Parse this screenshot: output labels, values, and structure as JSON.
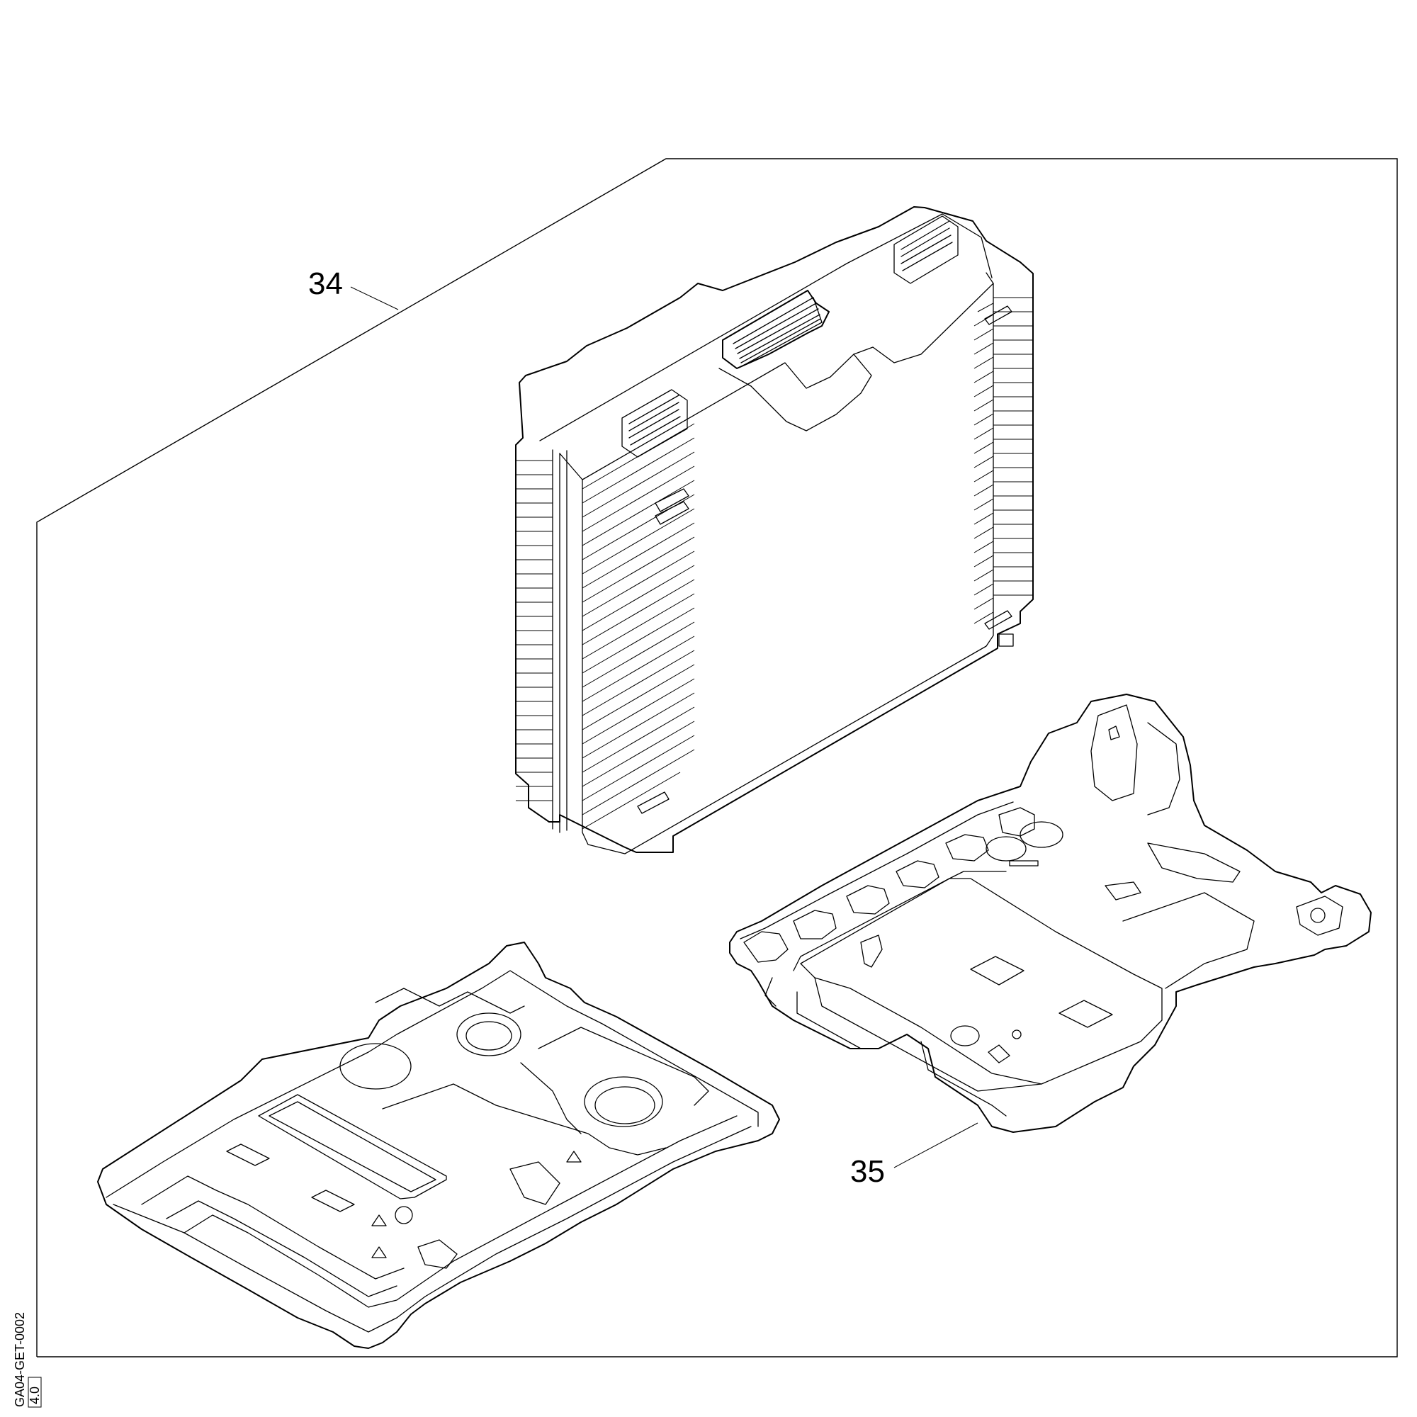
{
  "callouts": {
    "case": "34",
    "insert": "35"
  },
  "drawing_ref": {
    "code": "GA04-GET-0002",
    "revision": "4.0"
  },
  "colors": {
    "line": "#000000",
    "background": "#ffffff"
  }
}
